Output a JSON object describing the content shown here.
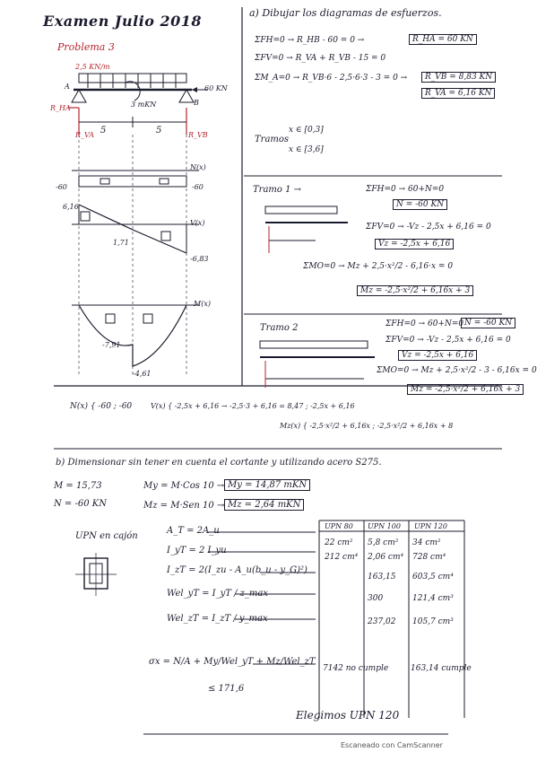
{
  "header": {
    "title": "Examen Julio 2018",
    "problem": "Problema 3"
  },
  "beam": {
    "load": "2,5 KN/m",
    "left_support": "A",
    "right_support": "B",
    "moment_label": "3 mKN",
    "axial": "60 KN",
    "reaction_ax": "R_HA",
    "reaction_ay": "R_VA",
    "reaction_by": "R_VB",
    "span_left": "5",
    "span_right": "5",
    "n_label": "N(x)",
    "n_value": "-60",
    "n_value_right": "-60",
    "v_label": "V(x)",
    "v_start": "6,16",
    "v_end": "-6,83",
    "v_mid": "1,71",
    "m_label": "M(x)",
    "m_min": "-7,91",
    "m_end": "-4,61"
  },
  "part_a": {
    "heading": "a) Dibujar los diagramas de esfuerzos.",
    "eq1": "ΣFH=0 → R_HB - 60 = 0 →",
    "eq1_box": "R_HA = 60 KN",
    "eq2": "ΣFV=0 → R_VA + R_VB - 15 = 0",
    "eq3": "ΣM_A=0 → R_VB·6 - 2,5·6·3 - 3 = 0 →",
    "eq3_box": "R_VB = 8,83 KN",
    "eq3_box2": "R_VA = 6,16 KN",
    "tramos_label": "Tramos",
    "tramo_a": "x ∈ [0,3]",
    "tramo_b": "x ∈ [3,6]",
    "tramo1_title": "Tramo 1 →",
    "t1_eq1": "ΣFH=0 → 60+N=0",
    "t1_eq1_box": "N = -60 KN",
    "t1_eq2": "ΣFV=0 → -Vz - 2,5x + 6,16 = 0",
    "t1_eq2_box": "Vz = -2,5x + 6,16",
    "t1_eq3": "ΣMO=0 → Mz + 2,5·x²/2 - 6,16·x = 0",
    "t1_eq3_box": "Mz = -2,5·x²/2 + 6,16x + 3",
    "tramo2_title": "Tramo 2",
    "t2_eq1": "ΣFH=0 → 60+N=0",
    "t2_eq1_box": "N = -60 KN",
    "t2_eq2": "ΣFV=0 → -Vz - 2,5x + 6,16 = 0",
    "t2_eq2_box": "Vz = -2,5x + 6,16",
    "t2_eq3": "ΣMO=0 → Mz + 2,5·x²/2 - 3 - 6,16x = 0",
    "t2_eq3_box": "Mz = -2,5·x²/2 + 6,16x + 3",
    "sum_n": "N(x) { -60 ; -60",
    "sum_v": "V(x) { -2,5x + 6,16 → -2,5·3 + 6,16 = 8,47 ; -2,5x + 6,16",
    "sum_m": "Mz(x) { -2,5·x²/2 + 6,16x ; -2,5·x²/2 + 6,16x + 8"
  },
  "part_b": {
    "heading": "b) Dimensionar sin tener en cuenta el cortante y utilizando acero S275.",
    "m_value": "M = 15,73",
    "n_value": "N = -60 KN",
    "my_eq": "My = M·Cos 10 →",
    "my_box": "My = 14,87 mKN",
    "mz_eq": "Mz = M·Sen 10 →",
    "mz_box": "Mz = 2,64 mKN",
    "upn_label": "UPN en cajón",
    "prop_a": "A_T = 2A_u",
    "prop_iy": "I_yT = 2 I_yu",
    "prop_iz": "I_zT = 2(I_zu - A_u(b_u - y_G)²)",
    "prop_wely": "Wel_yT = I_yT / z_max",
    "prop_welz": "Wel_zT = I_zT / y_max",
    "sigma": "σx = N/A + My/Wel_yT + Mz/Wel_zT",
    "sigma_limit": "≤ 171,6",
    "table_headers": [
      "UPN 80",
      "UPN 100",
      "UPN 120"
    ],
    "col_80": [
      "22 cm²",
      "212 cm⁴",
      "",
      "",
      ""
    ],
    "col_100": [
      "5,8 cm²",
      "2,06 cm⁴",
      "163,15",
      "300",
      "237,02"
    ],
    "col_120": [
      "34 cm²",
      "728 cm⁴",
      "603,5 cm⁴",
      "121,4 cm³",
      "105,7 cm³"
    ],
    "check_100": "7142 no cumple",
    "check_120": "163,14 cumple",
    "choice": "Elegimos UPN 120"
  },
  "footer": "Escaneado con CamScanner"
}
